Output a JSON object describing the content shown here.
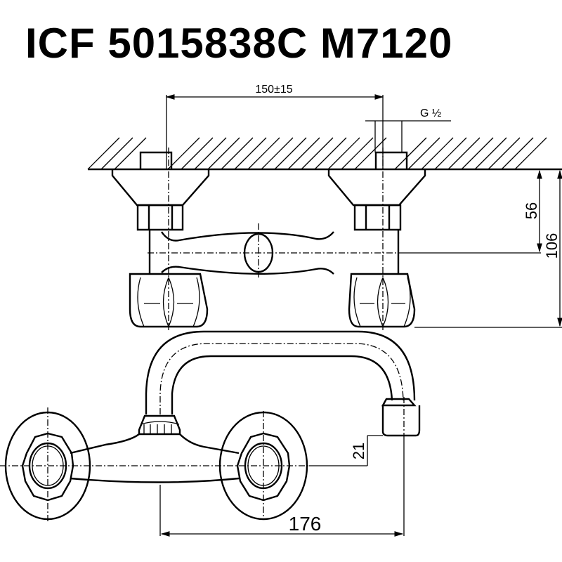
{
  "title": "ICF 5015838C M7120",
  "dimensions": {
    "spacing": "150±15",
    "thread": "G ½",
    "height_axis": "56",
    "height_total": "106",
    "spout_drop": "21",
    "spout_reach": "176"
  }
}
